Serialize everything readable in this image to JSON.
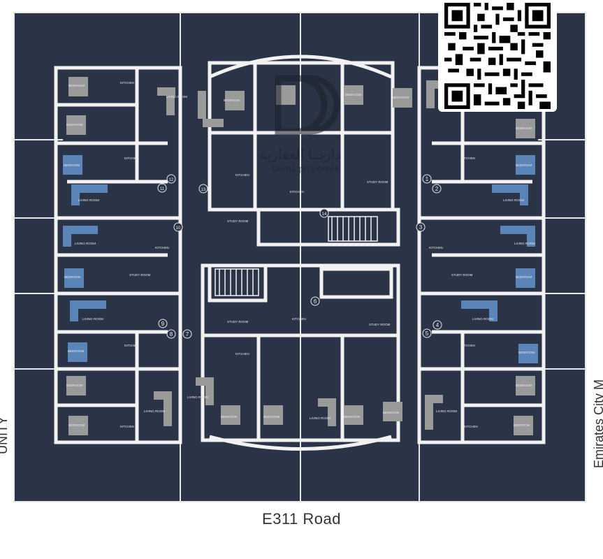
{
  "road": {
    "label": "E311 Road"
  },
  "side_labels": {
    "left": "UNITY",
    "right": "Emirates City M"
  },
  "watermark": {
    "arabic": "دارنــا العقارية",
    "english": "Darna properties"
  },
  "room_labels": {
    "bedroom": "BEDROOM",
    "kitchen": "KITCHEN",
    "living": "LIVING ROOM",
    "study": "STUDY ROOM"
  },
  "unit_numbers": [
    "1",
    "2",
    "3",
    "4",
    "5",
    "6",
    "7",
    "8",
    "9",
    "10",
    "11",
    "12",
    "13",
    "14"
  ],
  "colors": {
    "background": "#2b3446",
    "wall": "#f2f2f2",
    "bedroom_gray": "#9a9a9a",
    "bedroom_blue": "#5b84b8",
    "road_text": "#333333"
  }
}
